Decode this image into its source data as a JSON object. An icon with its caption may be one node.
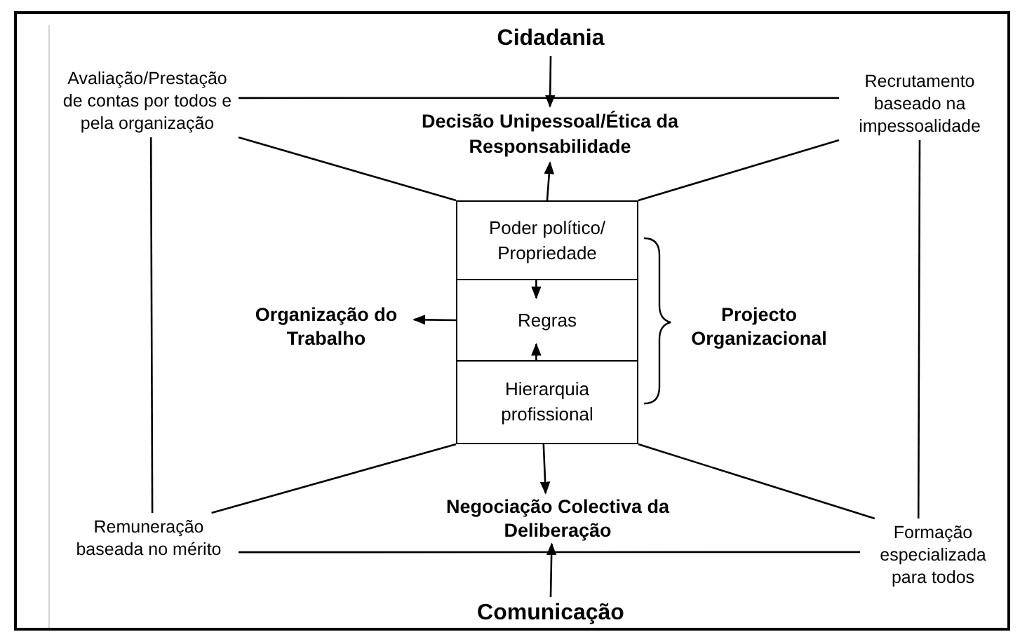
{
  "diagram": {
    "nodes": [
      {
        "text": [
          "Cidadania"
        ]
      },
      {
        "text": [
          "Decisão Unipessoal/Ética da Responsabilidade"
        ]
      },
      {
        "text": [
          "Poder político/ Propriedade"
        ]
      },
      {
        "text": [
          "Regras"
        ]
      },
      {
        "text": [
          "Hierarquia profissional"
        ]
      },
      {
        "text": [
          "Organização do Trabalho"
        ]
      },
      {
        "text": [
          "Projecto Organizacional"
        ]
      },
      {
        "text": [
          "Negociação Colectiva da Deliberação"
        ]
      },
      {
        "text": [
          "Comunicação"
        ]
      },
      {
        "text": [
          "Avaliação/Prestação de contas por todos e pela organização"
        ]
      },
      {
        "text": [
          "Recrutamento baseado na impessoalidade"
        ]
      },
      {
        "text": [
          "Remuneração baseada no mérito"
        ]
      },
      {
        "text": [
          "Formação especializada para todos"
        ]
      }
    ],
    "edges": [
      {
        "from": 0,
        "to": 1,
        "arrow": "to"
      },
      {
        "from": 9,
        "to": 10,
        "arrow": "none"
      },
      {
        "from": 9,
        "to": 2,
        "arrow": "none"
      },
      {
        "from": 10,
        "to": 2,
        "arrow": "none"
      },
      {
        "from": 2,
        "to": 1,
        "arrow": "to"
      },
      {
        "from": 2,
        "to": 3,
        "arrow": "to"
      },
      {
        "from": 4,
        "to": 3,
        "arrow": "to"
      },
      {
        "from": 3,
        "to": 5,
        "arrow": "to"
      },
      {
        "from": 4,
        "to": 7,
        "arrow": "to"
      },
      {
        "from": 11,
        "to": 4,
        "arrow": "none"
      },
      {
        "from": 12,
        "to": 4,
        "arrow": "none"
      },
      {
        "from": 9,
        "to": 11,
        "arrow": "none"
      },
      {
        "from": 10,
        "to": 12,
        "arrow": "none"
      },
      {
        "from": 11,
        "to": 12,
        "arrow": "none"
      },
      {
        "from": 8,
        "to": 7,
        "arrow": "to"
      }
    ]
  }
}
